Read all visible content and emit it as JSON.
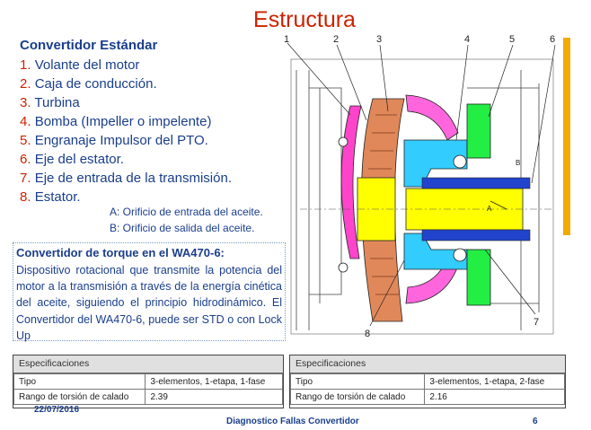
{
  "title": "Estructura",
  "converter": {
    "heading": "Convertidor Estándar",
    "parts": [
      {
        "num": "1.",
        "label": "Volante del motor"
      },
      {
        "num": "2.",
        "label": "Caja de conducción."
      },
      {
        "num": "3.",
        "label": "Turbina"
      },
      {
        "num": "4.",
        "label": "Bomba (Impeller o impelente)"
      },
      {
        "num": "5.",
        "label": "Engranaje Impulsor del PTO."
      },
      {
        "num": "6.",
        "label": "Eje del estator."
      },
      {
        "num": "7.",
        "label": "Eje de entrada de la transmisión."
      },
      {
        "num": "8.",
        "label": "Estator."
      }
    ],
    "note_a": "A: Orificio de entrada del aceite.",
    "note_b": "B: Orificio de salida del aceite."
  },
  "description": {
    "heading": "Convertidor de torque en el WA470-6:",
    "text": "Dispositivo rotacional que transmite la potencia del motor a la transmisión a través de la energía cinética del aceite, siguiendo el principio hidrodinámico. El Convertidor del WA470-6, puede ser STD o con Lock Up"
  },
  "diagram": {
    "callouts": [
      "1",
      "2",
      "3",
      "4",
      "5",
      "6",
      "7",
      "8",
      "A",
      "B"
    ],
    "colors": {
      "flywheel": "#ff44cc",
      "turbine": "#e0885a",
      "pump": "#ff66dd",
      "shaft": "#ffff00",
      "stator": "#33ccff",
      "pto": "#22ee44",
      "blue_shaft": "#2244cc"
    }
  },
  "spec_left": {
    "header": "Especificaciones",
    "rows": [
      {
        "label": "Tipo",
        "value": "3-elementos, 1-etapa, 1-fase"
      },
      {
        "label": "Rango de torsión de calado",
        "value": "2.39"
      }
    ]
  },
  "spec_right": {
    "header": "Especificaciones",
    "rows": [
      {
        "label": "Tipo",
        "value": "3-elementos, 1-etapa, 2-fase"
      },
      {
        "label": "Rango de torsión de calado",
        "value": "2.16"
      }
    ]
  },
  "footer": {
    "date": "22/07/2016",
    "title": "Diagnostico Fallas Convertidor",
    "page": "6"
  },
  "accent_color": "#f2a900"
}
